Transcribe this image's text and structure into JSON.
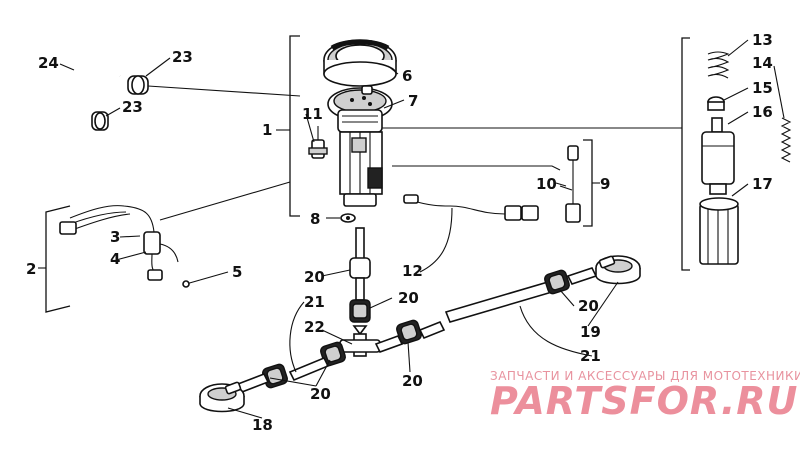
{
  "callouts": [
    {
      "id": "c1",
      "text": "1"
    },
    {
      "id": "c2",
      "text": "2"
    },
    {
      "id": "c3",
      "text": "3"
    },
    {
      "id": "c4",
      "text": "4"
    },
    {
      "id": "c5",
      "text": "5"
    },
    {
      "id": "c6",
      "text": "6"
    },
    {
      "id": "c7",
      "text": "7"
    },
    {
      "id": "c8",
      "text": "8"
    },
    {
      "id": "c9",
      "text": "9"
    },
    {
      "id": "c10",
      "text": "10"
    },
    {
      "id": "c11",
      "text": "11"
    },
    {
      "id": "c12",
      "text": "12"
    },
    {
      "id": "c13",
      "text": "13"
    },
    {
      "id": "c14",
      "text": "14"
    },
    {
      "id": "c15",
      "text": "15"
    },
    {
      "id": "c16",
      "text": "16"
    },
    {
      "id": "c17",
      "text": "17"
    },
    {
      "id": "c18",
      "text": "18"
    },
    {
      "id": "c19",
      "text": "19"
    },
    {
      "id": "c20a",
      "text": "20"
    },
    {
      "id": "c20b",
      "text": "20"
    },
    {
      "id": "c20c",
      "text": "20"
    },
    {
      "id": "c20d",
      "text": "20"
    },
    {
      "id": "c20e",
      "text": "20"
    },
    {
      "id": "c21a",
      "text": "21"
    },
    {
      "id": "c21b",
      "text": "21"
    },
    {
      "id": "c22",
      "text": "22"
    },
    {
      "id": "c23a",
      "text": "23"
    },
    {
      "id": "c23b",
      "text": "23"
    },
    {
      "id": "c24",
      "text": "24"
    }
  ],
  "watermark": {
    "tagline": "ЗАПЧАСТИ И АКСЕССУАРЫ ДЛЯ МОТОТЕХНИКИ",
    "logo": "PARTSFOR.RU"
  },
  "colors": {
    "ink": "#111111",
    "watermark": "#ec8f9c"
  }
}
